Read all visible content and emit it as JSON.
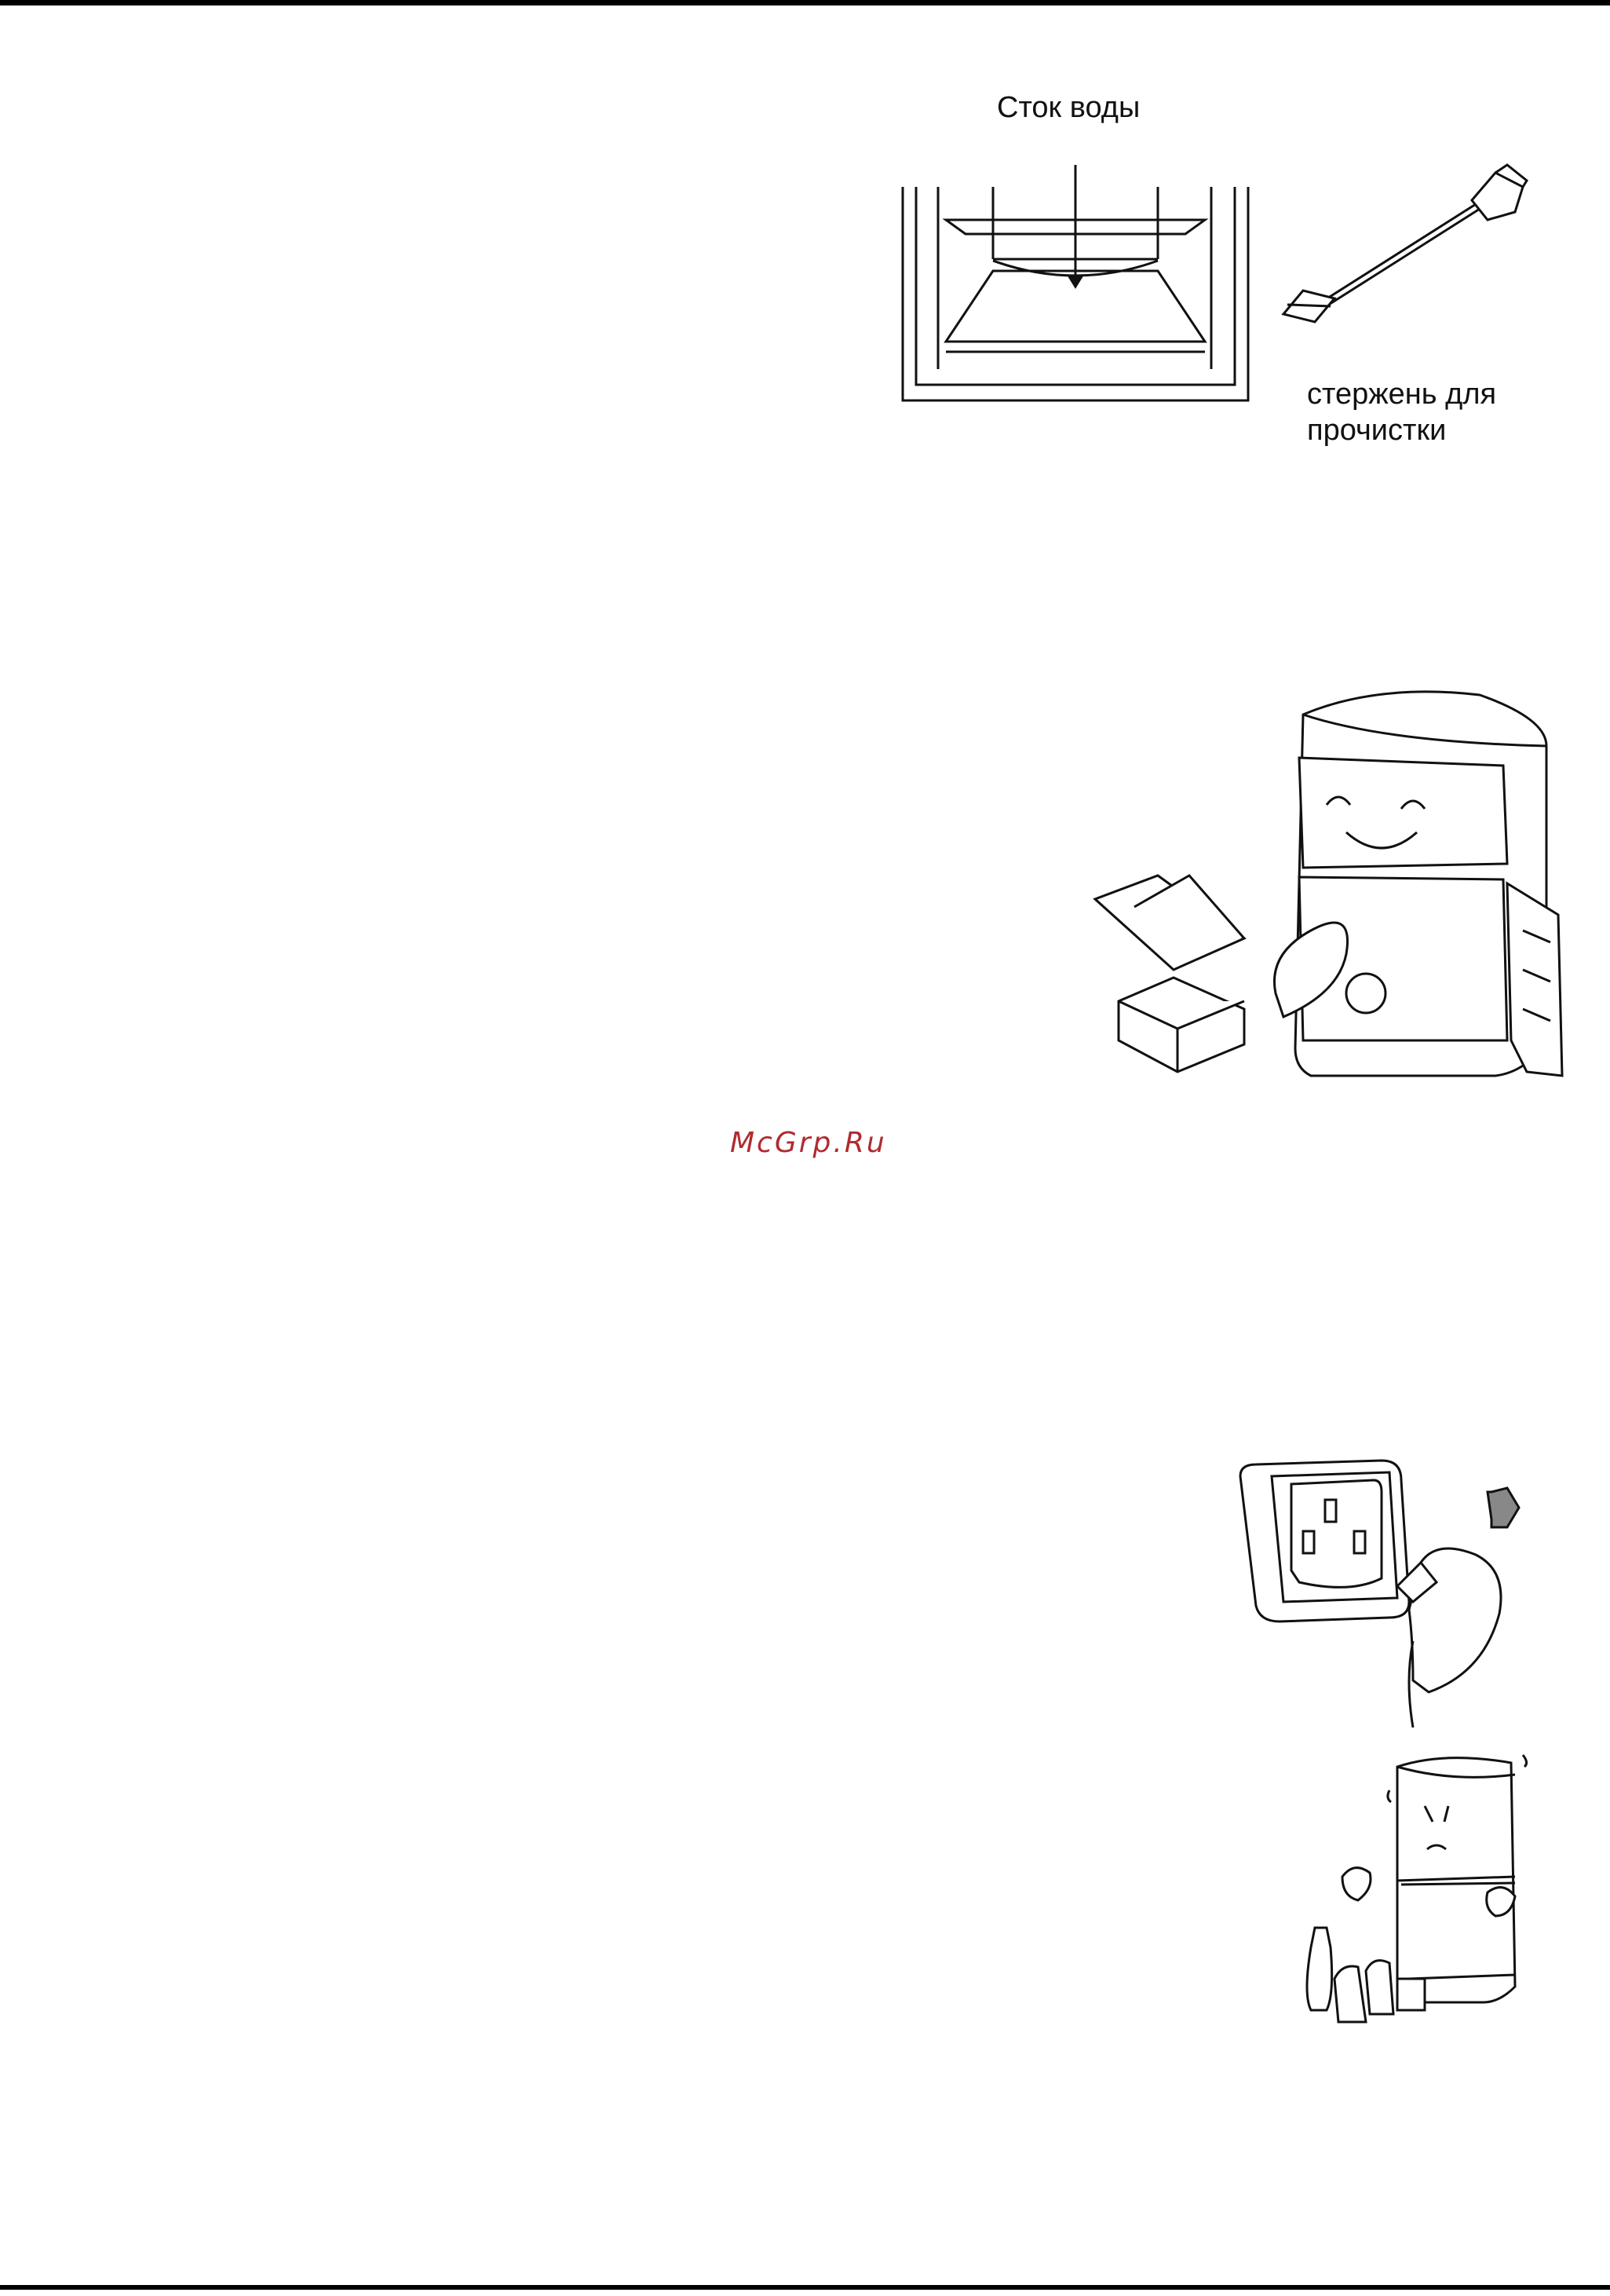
{
  "figures": {
    "drain": {
      "water_drain_label": "Сток воды",
      "cleaning_rod_label": "стержень для прочистки",
      "cleaning_rod_line1": "стержень для",
      "cleaning_rod_line2": "прочистки"
    }
  },
  "watermark": "McGrp.Ru"
}
